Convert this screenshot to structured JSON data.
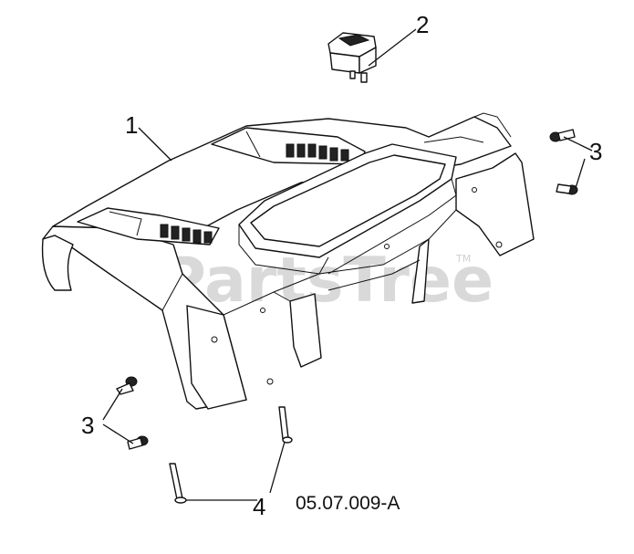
{
  "watermark": {
    "text": "PartsTree",
    "trademark": "TM"
  },
  "callouts": {
    "c1": "1",
    "c2": "2",
    "c3_right": "3",
    "c3_left": "3",
    "c4": "4"
  },
  "diagram_code": "05.07.009-A"
}
